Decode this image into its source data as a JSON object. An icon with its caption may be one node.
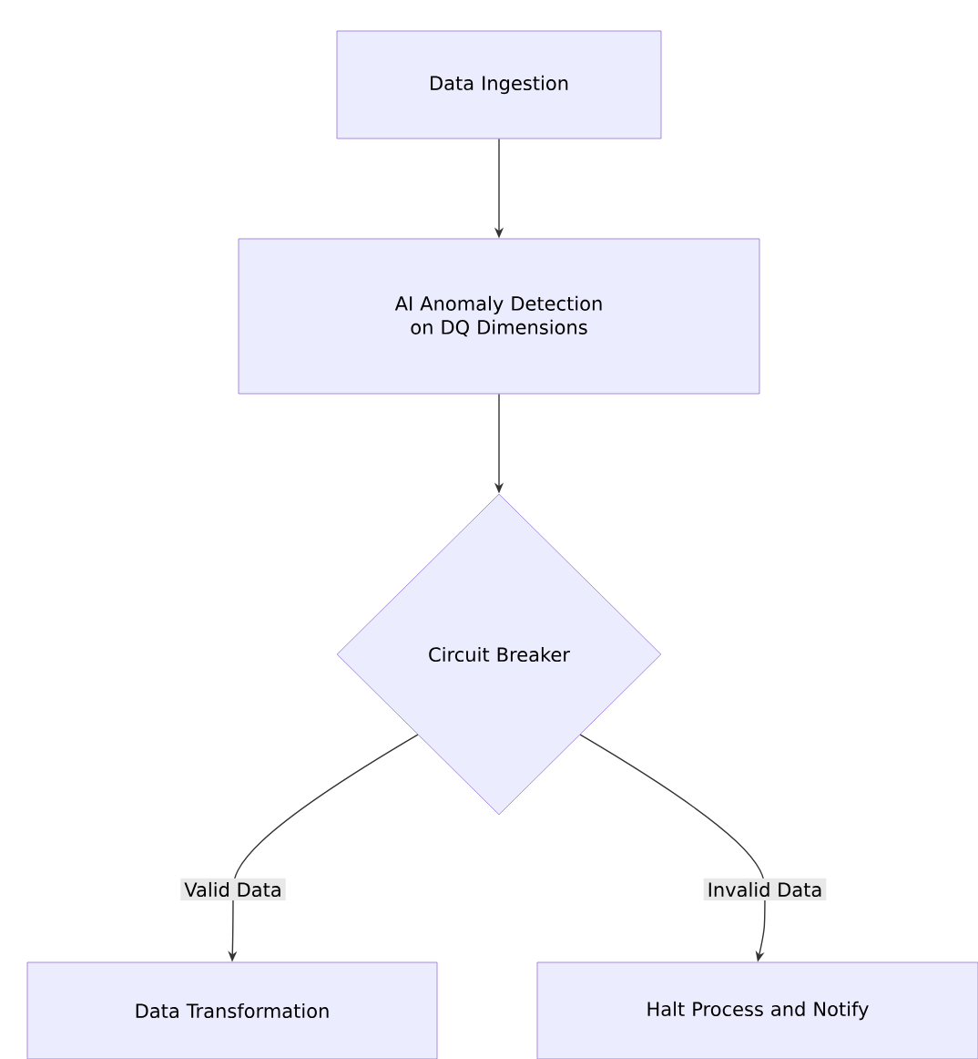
{
  "diagram": {
    "nodes": [
      {
        "text": [
          "Data Ingestion"
        ]
      },
      {
        "text": [
          "AI Anomaly Detection on DQ Dimensions"
        ]
      },
      {
        "text": [
          "Circuit Breaker"
        ]
      },
      {
        "text": [
          "Data Transformation"
        ]
      },
      {
        "text": [
          "Halt Process and Notify"
        ]
      }
    ],
    "edges": [
      {
        "from": 0,
        "to": 1,
        "arrow": "to"
      },
      {
        "from": 1,
        "to": 2,
        "arrow": "to"
      },
      {
        "from": 2,
        "to": 3,
        "arrow": "to",
        "label": "Valid Data"
      },
      {
        "from": 2,
        "to": 4,
        "arrow": "to",
        "label": "Invalid Data"
      }
    ]
  }
}
